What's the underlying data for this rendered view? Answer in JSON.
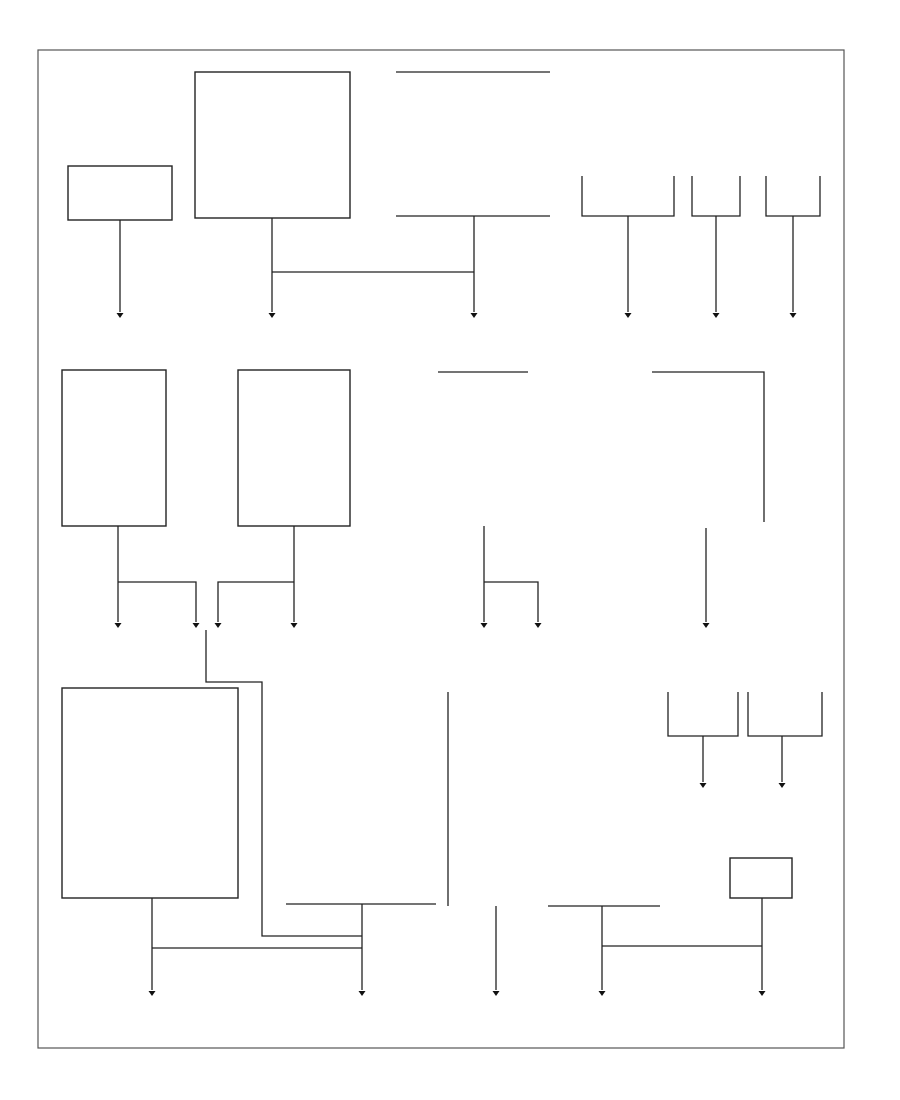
{
  "diagram": {
    "footer_code": "",
    "components": [
      {
        "id": "c1",
        "lines": [
          "",
          "",
          "",
          "",
          "",
          ""
        ]
      },
      {
        "id": "c2",
        "lines": [
          "",
          "",
          "",
          "",
          "",
          "",
          "",
          ""
        ]
      },
      {
        "id": "c3",
        "lines": [
          "",
          "",
          "",
          "",
          "",
          "",
          "",
          ""
        ]
      },
      {
        "id": "c4",
        "lines": [
          "",
          ""
        ]
      },
      {
        "id": "c5",
        "lines": [
          "",
          "",
          ""
        ]
      },
      {
        "id": "c6",
        "lines": [
          ""
        ]
      },
      {
        "id": "c7",
        "lines": [
          "",
          "",
          "",
          "",
          "",
          "",
          "",
          "",
          "",
          "",
          "",
          "",
          ""
        ]
      },
      {
        "id": "c8",
        "lines": [
          "",
          "",
          "",
          "",
          "",
          "",
          "",
          "",
          "",
          "",
          "",
          "",
          "",
          ""
        ]
      },
      {
        "id": "c9",
        "lines": [
          "",
          ""
        ]
      },
      {
        "id": "c10",
        "lines": [
          "",
          "",
          ""
        ]
      },
      {
        "id": "c11",
        "lines": [
          "",
          "",
          "",
          "",
          "",
          "",
          "",
          "",
          "",
          "",
          "",
          "",
          "",
          "",
          "",
          "",
          "",
          "",
          "",
          "",
          "",
          "",
          "",
          "",
          "",
          ""
        ]
      },
      {
        "id": "c12",
        "lines": [
          "",
          "",
          "",
          "",
          "",
          "",
          "",
          "",
          "",
          "",
          "",
          "",
          "",
          "",
          "",
          "",
          "",
          ""
        ]
      },
      {
        "id": "c13",
        "lines": [
          "",
          "",
          "",
          "",
          "",
          "",
          "",
          "",
          "",
          "",
          ""
        ]
      },
      {
        "id": "c14",
        "lines": [
          "",
          "",
          "",
          "",
          "",
          "",
          "",
          "",
          "",
          "",
          "",
          "",
          "",
          "",
          "",
          "",
          "",
          "",
          "",
          "",
          "",
          "",
          "",
          "",
          ""
        ]
      },
      {
        "id": "c15",
        "lines": [
          "",
          "",
          ""
        ]
      },
      {
        "id": "c16",
        "lines": [
          "",
          "",
          ""
        ]
      },
      {
        "id": "c17",
        "lines": [
          "",
          ""
        ]
      }
    ],
    "grounds": [
      {
        "id": "g1",
        "lines": [
          "",
          "",
          "",
          ""
        ]
      },
      {
        "id": "g2",
        "lines": [
          "",
          "",
          "",
          ""
        ]
      },
      {
        "id": "g3",
        "lines": [
          "",
          "",
          "",
          ""
        ]
      },
      {
        "id": "g4",
        "lines": [
          "",
          "",
          ""
        ]
      },
      {
        "id": "g5",
        "lines": [
          ""
        ]
      },
      {
        "id": "g6",
        "lines": [
          "",
          "",
          "",
          ""
        ]
      },
      {
        "id": "g7",
        "lines": [
          "",
          "",
          ""
        ]
      },
      {
        "id": "g8",
        "lines": [
          "",
          "",
          ""
        ]
      },
      {
        "id": "g9",
        "lines": [
          "",
          "",
          ""
        ]
      },
      {
        "id": "g10",
        "lines": [
          "",
          "",
          ""
        ]
      },
      {
        "id": "g11",
        "lines": [
          "",
          "",
          ""
        ]
      },
      {
        "id": "g12",
        "lines": [
          "",
          "",
          ""
        ]
      },
      {
        "id": "g13",
        "lines": [
          "",
          "",
          ""
        ]
      },
      {
        "id": "g14",
        "lines": [
          "",
          "",
          ""
        ]
      },
      {
        "id": "g15",
        "lines": [
          "",
          "",
          ""
        ]
      },
      {
        "id": "g16",
        "lines": [
          "",
          "",
          "",
          ""
        ]
      },
      {
        "id": "g17",
        "lines": [
          "",
          "",
          "",
          ""
        ]
      },
      {
        "id": "g18",
        "lines": [
          "",
          "",
          "",
          ""
        ]
      },
      {
        "id": "g19",
        "lines": [
          "",
          "",
          ""
        ]
      },
      {
        "id": "g20",
        "lines": [
          "",
          "",
          "",
          ""
        ]
      }
    ],
    "wire_labels": [
      "",
      "",
      "",
      "",
      "",
      "",
      "",
      "",
      "",
      "",
      "",
      "",
      "",
      "",
      "",
      "",
      "",
      "",
      "",
      "",
      "",
      "",
      "",
      "",
      "",
      "",
      "",
      "",
      "",
      "",
      "",
      ""
    ],
    "splice_label": ""
  }
}
